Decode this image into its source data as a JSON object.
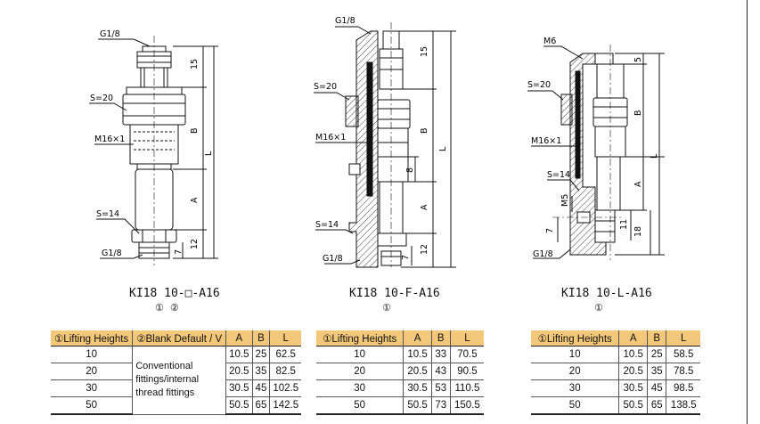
{
  "drawings": [
    {
      "labels": {
        "top_thread": "G1/8",
        "hex": "S=20",
        "thread": "M16×1",
        "hex2": "S=14",
        "bottom_thread": "G1/8"
      },
      "dims": {
        "d15": "15",
        "dB": "B",
        "dL": "L",
        "dA": "A",
        "d12": "12",
        "d7": "7"
      },
      "model_code": "KI18 10-□-A16",
      "model_sub": "①  ②"
    },
    {
      "labels": {
        "top_thread": "G1/8",
        "hex": "S=20",
        "thread": "M16×1",
        "hex2": "S=14",
        "bottom_thread": "G1/8"
      },
      "dims": {
        "d15": "15",
        "dB": "B",
        "dL": "L",
        "dA": "A",
        "d8": "8",
        "d12": "12",
        "d7": "7"
      },
      "model_code": "KI18 10-F-A16",
      "model_sub": "①"
    },
    {
      "labels": {
        "top_thread": "M6",
        "hex": "S=20",
        "thread": "M16×1",
        "hex2": "S=14",
        "side_thread": "M5",
        "bottom_thread": "G1/8"
      },
      "dims": {
        "d5": "5",
        "dB": "B",
        "dL": "L",
        "dA": "A",
        "d11": "11",
        "d18": "18",
        "d7": "7"
      },
      "model_code": "KI18 10-L-A16",
      "model_sub": "①"
    }
  ],
  "tables": [
    {
      "headers": [
        "①Lifting Heights",
        "②Blank Default / V",
        "A",
        "B",
        "L"
      ],
      "note": "Conventional fittings/internal thread fittings",
      "rows": [
        [
          "10",
          "10.5",
          "25",
          "62.5"
        ],
        [
          "20",
          "20.5",
          "35",
          "82.5"
        ],
        [
          "30",
          "30.5",
          "45",
          "102.5"
        ],
        [
          "50",
          "50.5",
          "65",
          "142.5"
        ]
      ]
    },
    {
      "headers": [
        "①Lifting Heights",
        "A",
        "B",
        "L"
      ],
      "rows": [
        [
          "10",
          "10.5",
          "33",
          "70.5"
        ],
        [
          "20",
          "20.5",
          "43",
          "90.5"
        ],
        [
          "30",
          "30.5",
          "53",
          "110.5"
        ],
        [
          "50",
          "50.5",
          "73",
          "150.5"
        ]
      ]
    },
    {
      "headers": [
        "①Lifting Heights",
        "A",
        "B",
        "L"
      ],
      "rows": [
        [
          "10",
          "10.5",
          "25",
          "58.5"
        ],
        [
          "20",
          "20.5",
          "35",
          "78.5"
        ],
        [
          "30",
          "30.5",
          "45",
          "98.5"
        ],
        [
          "50",
          "50.5",
          "65",
          "138.5"
        ]
      ]
    }
  ]
}
